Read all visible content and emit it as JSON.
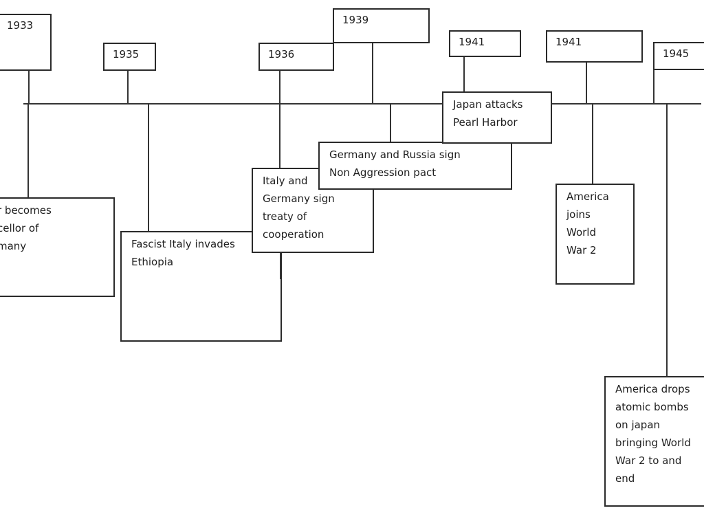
{
  "diagram": {
    "type": "timeline",
    "events": [
      {
        "year": "1933",
        "text": "r becomes\ncellor of\nmany"
      },
      {
        "year": "1935",
        "text": "Fascist Italy invades\nEthiopia"
      },
      {
        "year": "1936",
        "text": "Italy and\nGermany sign\ntreaty of\ncooperation"
      },
      {
        "year": "1939",
        "text": "Germany and Russia sign\nNon Aggression pact"
      },
      {
        "year": "1941",
        "text": "Japan attacks\nPearl Harbor"
      },
      {
        "year": "1941",
        "text": "America\njoins\nWorld\nWar 2"
      },
      {
        "year": "1945",
        "text": "America drops\natomic bombs\non japan\nbringing World\nWar 2 to and\nend"
      }
    ]
  }
}
